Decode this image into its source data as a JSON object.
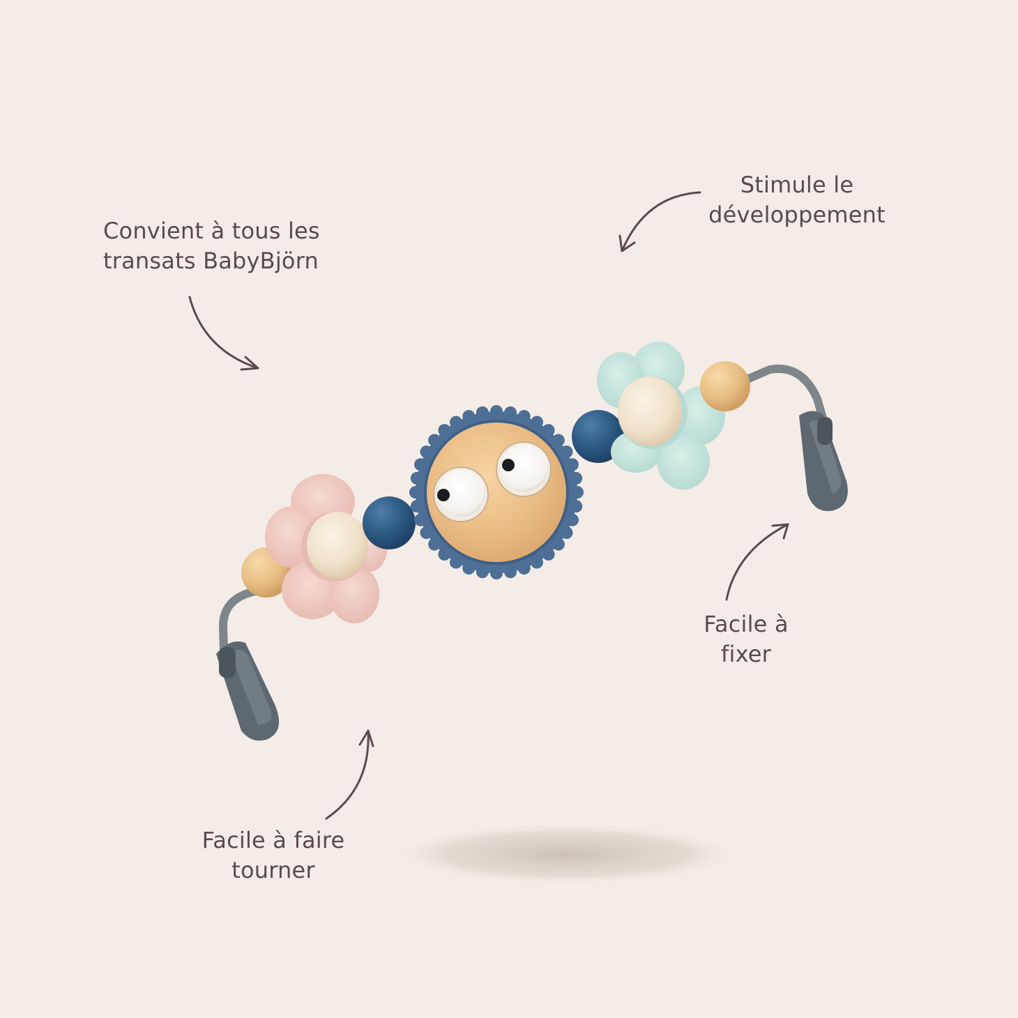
{
  "colors": {
    "background": "#f4ece6",
    "text": "#5a4a4c",
    "arrow": "#5a4a4c",
    "clip": "#5e6870",
    "bar": "#7e868a",
    "pink_flower": "#f0cbc5",
    "mint_flower": "#c4e3dc",
    "blue_bead": "#2f5c85",
    "wood": "#ecc28c",
    "ring": "#4d6f96"
  },
  "icons": [
    "arrow-icon",
    "toy-bar-illustration"
  ],
  "annotations": {
    "compatibility": {
      "line1": "Convient à tous les",
      "line2": "transats BabyBjörn"
    },
    "development": {
      "line1": "Stimule le",
      "line2": "développement"
    },
    "attach": {
      "line1": "Facile à",
      "line2": "fixer"
    },
    "rotate": {
      "line1": "Facile à faire",
      "line2": "tourner"
    }
  }
}
